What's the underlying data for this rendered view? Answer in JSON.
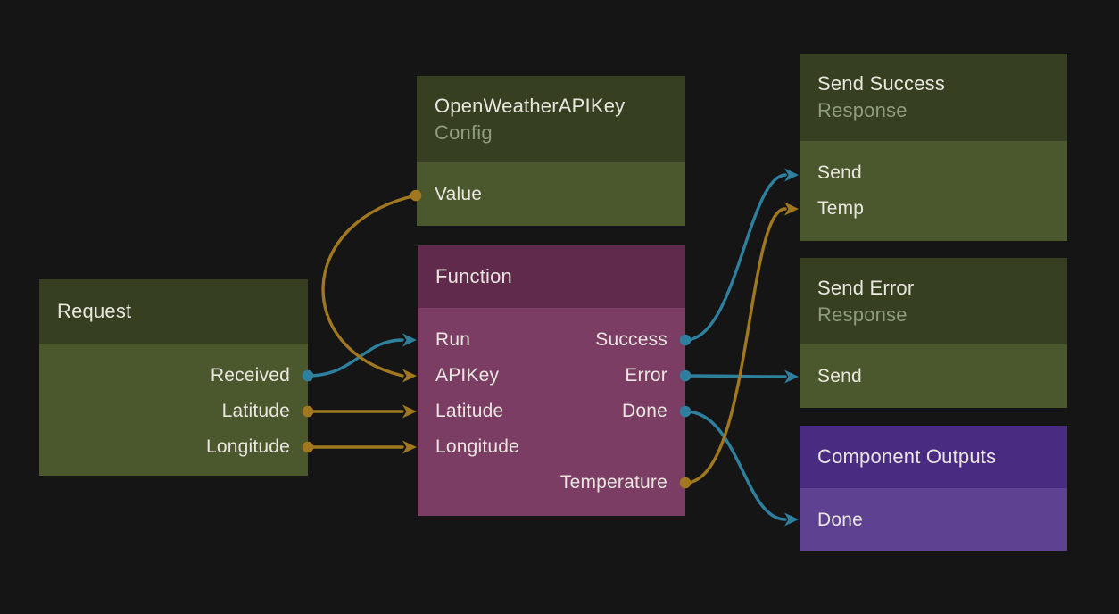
{
  "colors": {
    "background": "#151515",
    "edge_exec": "#2f7f9f",
    "edge_data": "#a1781f",
    "title_text": "#e9e6e0",
    "subtitle_text": "#8f9d7d",
    "port_text": "#e9e6e0"
  },
  "themes": {
    "green": {
      "header": "#363f1f",
      "body": "#4b572c"
    },
    "plum": {
      "header": "#5f2a4c",
      "body": "#7b3d63"
    },
    "violet": {
      "header": "#4a2b82",
      "body": "#5e4190"
    }
  },
  "nodes": {
    "request": {
      "title": "Request",
      "outputs": [
        {
          "label": "Received",
          "type": "exec"
        },
        {
          "label": "Latitude",
          "type": "data"
        },
        {
          "label": "Longitude",
          "type": "data"
        }
      ]
    },
    "openweather_apikey": {
      "title": "OpenWeatherAPIKey",
      "subtitle": "Config",
      "outputs": [
        {
          "label": "Value",
          "type": "data"
        }
      ]
    },
    "function": {
      "title": "Function",
      "inputs": [
        {
          "label": "Run",
          "type": "exec"
        },
        {
          "label": "APIKey",
          "type": "data"
        },
        {
          "label": "Latitude",
          "type": "data"
        },
        {
          "label": "Longitude",
          "type": "data"
        }
      ],
      "outputs": [
        {
          "label": "Success",
          "type": "exec"
        },
        {
          "label": "Error",
          "type": "exec"
        },
        {
          "label": "Done",
          "type": "exec"
        },
        {
          "label": "Temperature",
          "type": "data"
        }
      ]
    },
    "send_success": {
      "title": "Send Success",
      "subtitle": "Response",
      "inputs": [
        {
          "label": "Send",
          "type": "exec"
        },
        {
          "label": "Temp",
          "type": "data"
        }
      ]
    },
    "send_error": {
      "title": "Send Error",
      "subtitle": "Response",
      "inputs": [
        {
          "label": "Send",
          "type": "exec"
        }
      ]
    },
    "component_outputs": {
      "title": "Component Outputs",
      "inputs": [
        {
          "label": "Done",
          "type": "exec"
        }
      ]
    }
  },
  "connections": [
    {
      "from": "Request.Received",
      "to": "Function.Run",
      "type": "exec"
    },
    {
      "from": "OpenWeatherAPIKey.Value",
      "to": "Function.APIKey",
      "type": "data"
    },
    {
      "from": "Request.Latitude",
      "to": "Function.Latitude",
      "type": "data"
    },
    {
      "from": "Request.Longitude",
      "to": "Function.Longitude",
      "type": "data"
    },
    {
      "from": "Function.Success",
      "to": "Send Success.Send",
      "type": "exec"
    },
    {
      "from": "Function.Error",
      "to": "Send Error.Send",
      "type": "exec"
    },
    {
      "from": "Function.Done",
      "to": "Component Outputs.Done",
      "type": "exec"
    },
    {
      "from": "Function.Temperature",
      "to": "Send Success.Temp",
      "type": "data"
    }
  ]
}
